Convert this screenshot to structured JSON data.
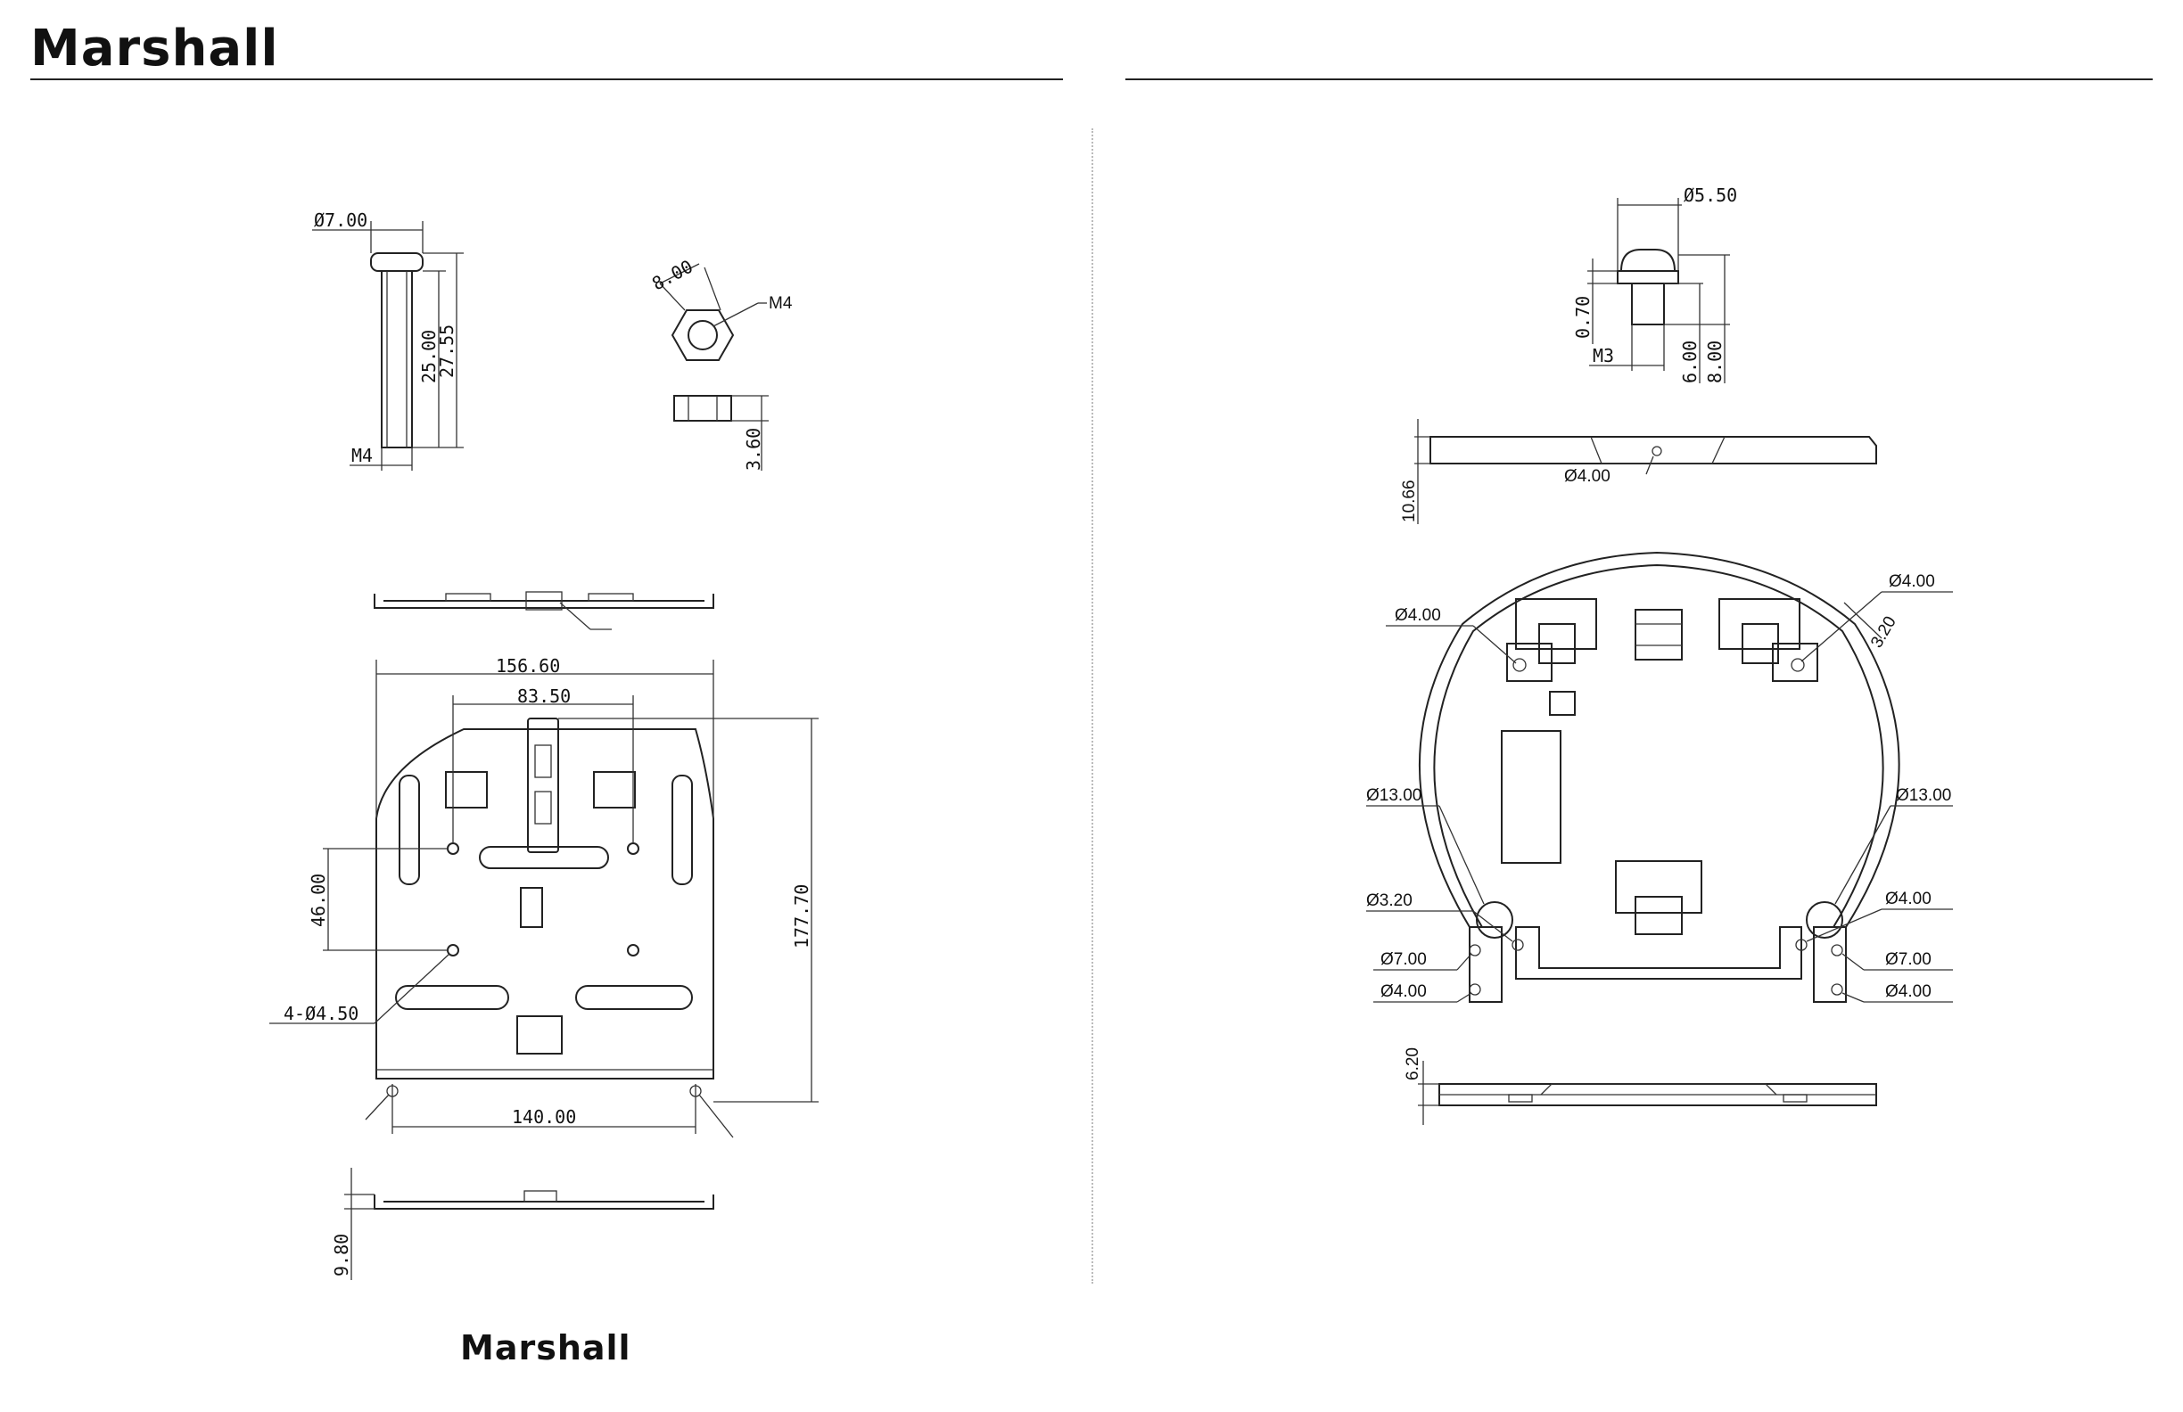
{
  "brand": {
    "top_logo": "Marshall",
    "bottom_logo": "Marshall"
  },
  "left": {
    "screw": {
      "diameter": "Ø7.00",
      "length": "25.00",
      "total_length": "27.55",
      "thread": "M4"
    },
    "nut": {
      "width": "8.00",
      "thread": "M4",
      "thickness": "3.60"
    },
    "plate": {
      "width": "156.60",
      "inner_width": "83.50",
      "height": "177.70",
      "hole_spacing": "46.00",
      "holes": "4-Ø4.50",
      "bottom_spacing": "140.00",
      "side_thickness": "9.80"
    }
  },
  "right": {
    "screw": {
      "diameter": "Ø5.50",
      "head": "0.70",
      "thread": "M3",
      "length": "6.00",
      "total_length": "8.00"
    },
    "bracket": {
      "height": "10.66",
      "center_hole": "Ø4.00",
      "hole_tl": "Ø4.00",
      "hole_tr": "Ø4.00",
      "offset": "3.20",
      "slot_l": "Ø13.00",
      "slot_r": "Ø13.00",
      "hole_l1": "Ø3.20",
      "hole_l2": "Ø7.00",
      "hole_l3": "Ø4.00",
      "hole_r1": "Ø4.00",
      "hole_r2": "Ø7.00",
      "hole_r3": "Ø4.00",
      "side_thickness": "6.20"
    }
  }
}
